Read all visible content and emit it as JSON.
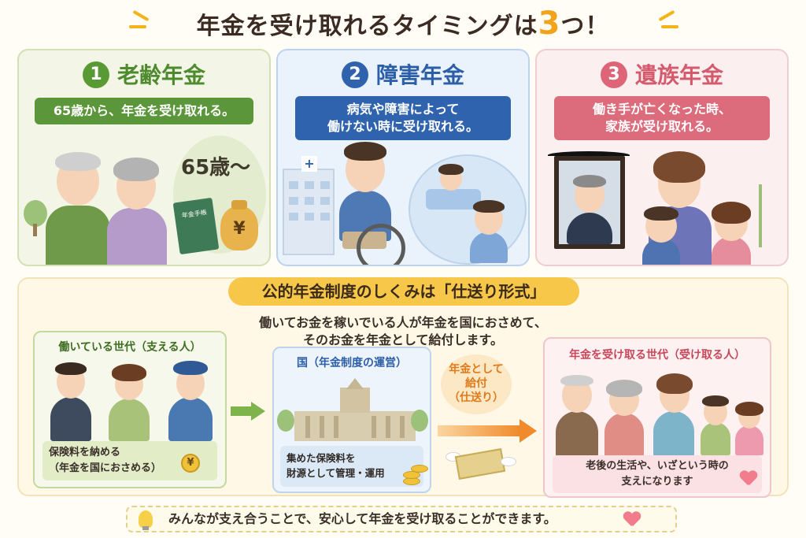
{
  "title": {
    "prefix": "年金を受け取れるタイミングは",
    "number": "3",
    "suffix": "つ！"
  },
  "cards": [
    {
      "number": "1",
      "heading": "老齢年金",
      "description": "65歳から、年金を受け取れる。",
      "age_label": "65歳～",
      "book_label": "年金手帳",
      "bag_symbol": "¥",
      "accent": "#5b973a"
    },
    {
      "number": "2",
      "heading": "障害年金",
      "description_line1": "病気や障害によって",
      "description_line2": "働けない時に受け取れる。",
      "accent": "#2f63ad"
    },
    {
      "number": "3",
      "heading": "遺族年金",
      "description_line1": "働き手が亡くなった時、",
      "description_line2": "家族が受け取れる。",
      "accent": "#dc6b7b"
    }
  ],
  "system": {
    "title": "公的年金制度のしくみは「仕送り形式」",
    "explain_line1": "働いてお金を稼いでいる人が年金を国におさめて、",
    "explain_line2": "そのお金を年金として給付します。",
    "workers": {
      "title": "働いている世代（支える人）",
      "note_line1": "保険料を納める",
      "note_line2": "（年金を国におさめる）",
      "coin_symbol": "¥"
    },
    "nation": {
      "title": "国（年金制度の運営）",
      "note_line1": "集めた保険料を",
      "note_line2": "財源として管理・運用"
    },
    "benefit": {
      "line1": "年金として",
      "line2": "給付",
      "line3": "（仕送り）"
    },
    "receivers": {
      "title": "年金を受け取る世代（受け取る人）",
      "note_line1": "老後の生活や、いざという時の",
      "note_line2": "支えになります"
    }
  },
  "footer": {
    "text": "みんなが支え合うことで、安心して年金を受け取ることができます。"
  }
}
